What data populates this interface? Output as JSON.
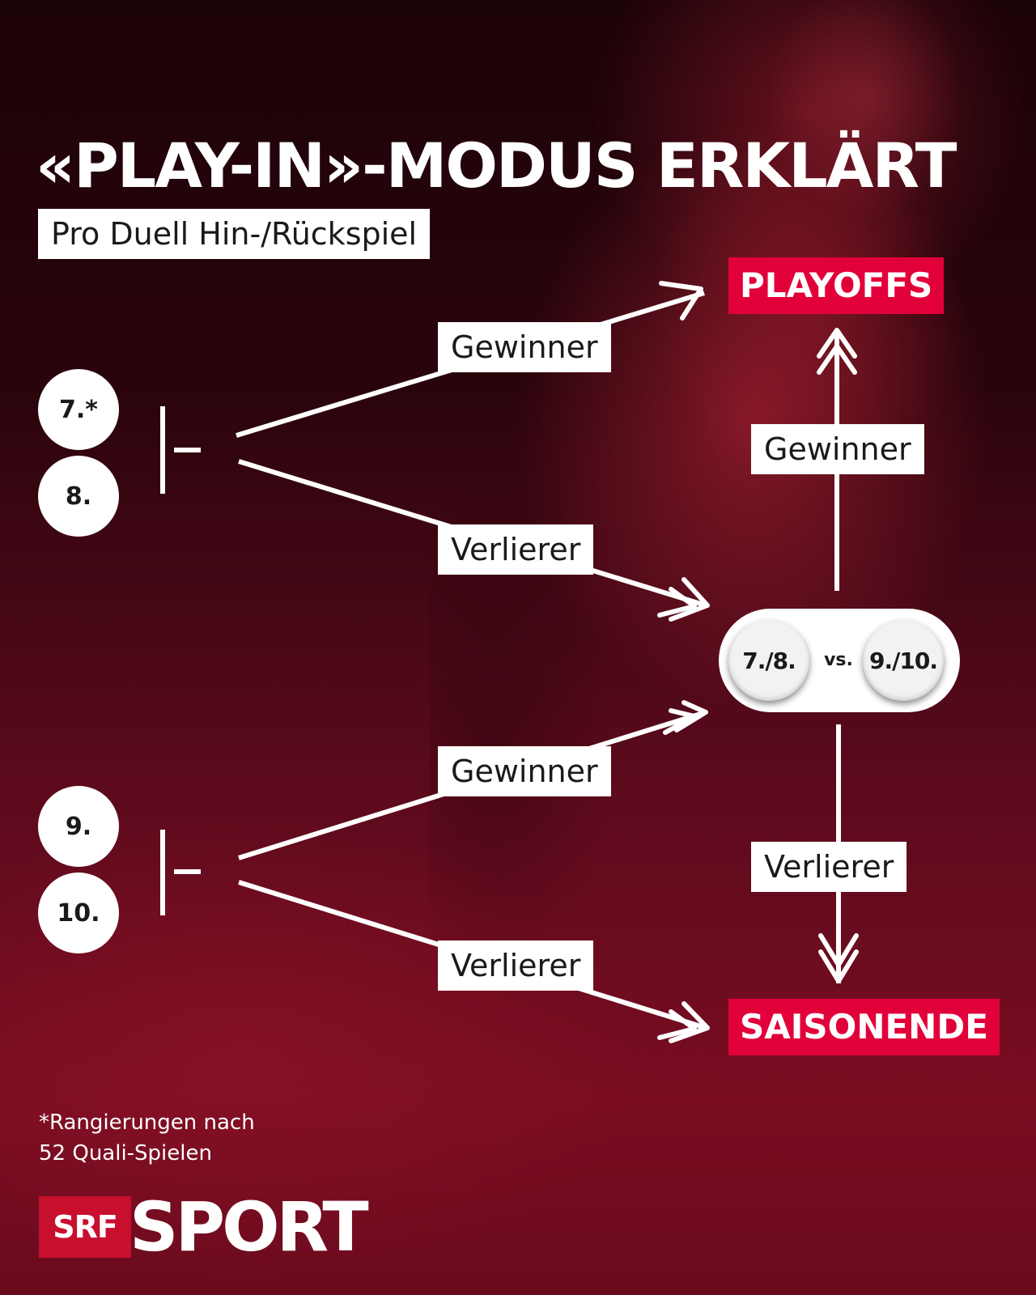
{
  "title": "«PLAY-IN»-MODUS ERKLÄRT",
  "subtitle": "Pro Duell Hin-/Rückspiel",
  "seeds": {
    "top_a": "7.*",
    "top_b": "8.",
    "bottom_a": "9.",
    "bottom_b": "10."
  },
  "labels": {
    "top_winner": "Gewinner",
    "top_loser": "Verlierer",
    "bottom_winner": "Gewinner",
    "bottom_loser": "Verlierer",
    "final_winner": "Gewinner",
    "final_loser": "Verlierer"
  },
  "match": {
    "left": "7./8.",
    "vs": "vs.",
    "right": "9./10."
  },
  "outcomes": {
    "playoffs": "PLAYOFFS",
    "season_end": "SAISONENDE"
  },
  "footnote": {
    "line1": "*Rangierungen nach",
    "line2": "52 Quali-Spielen"
  },
  "logo": {
    "box": "SRF",
    "text": "SPORT"
  },
  "colors": {
    "accent": "#e2003a",
    "background": "#4a0614",
    "line": "#ffffff"
  }
}
